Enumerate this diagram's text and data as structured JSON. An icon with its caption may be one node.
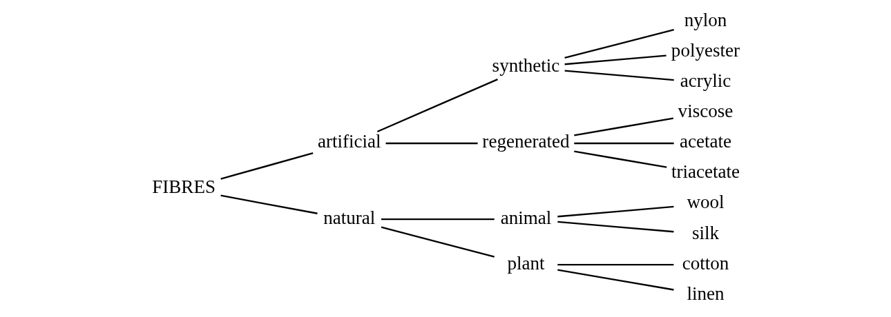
{
  "diagram": {
    "nodes": [
      {
        "text": [
          "FIBRES"
        ]
      },
      {
        "text": [
          "artificial"
        ]
      },
      {
        "text": [
          "natural"
        ]
      },
      {
        "text": [
          "synthetic"
        ]
      },
      {
        "text": [
          "regenerated"
        ]
      },
      {
        "text": [
          "animal"
        ]
      },
      {
        "text": [
          "plant"
        ]
      },
      {
        "text": [
          "nylon"
        ]
      },
      {
        "text": [
          "polyester"
        ]
      },
      {
        "text": [
          "acrylic"
        ]
      },
      {
        "text": [
          "viscose"
        ]
      },
      {
        "text": [
          "acetate"
        ]
      },
      {
        "text": [
          "triacetate"
        ]
      },
      {
        "text": [
          "wool"
        ]
      },
      {
        "text": [
          "silk"
        ]
      },
      {
        "text": [
          "cotton"
        ]
      },
      {
        "text": [
          "linen"
        ]
      }
    ],
    "edges": [
      {
        "from": 0,
        "to": 1,
        "arrow": "none"
      },
      {
        "from": 0,
        "to": 2,
        "arrow": "none"
      },
      {
        "from": 1,
        "to": 3,
        "arrow": "none"
      },
      {
        "from": 1,
        "to": 4,
        "arrow": "none"
      },
      {
        "from": 2,
        "to": 5,
        "arrow": "none"
      },
      {
        "from": 2,
        "to": 6,
        "arrow": "none"
      },
      {
        "from": 3,
        "to": 7,
        "arrow": "none"
      },
      {
        "from": 3,
        "to": 8,
        "arrow": "none"
      },
      {
        "from": 3,
        "to": 9,
        "arrow": "none"
      },
      {
        "from": 4,
        "to": 10,
        "arrow": "none"
      },
      {
        "from": 4,
        "to": 11,
        "arrow": "none"
      },
      {
        "from": 4,
        "to": 12,
        "arrow": "none"
      },
      {
        "from": 5,
        "to": 13,
        "arrow": "none"
      },
      {
        "from": 5,
        "to": 14,
        "arrow": "none"
      },
      {
        "from": 6,
        "to": 15,
        "arrow": "none"
      },
      {
        "from": 6,
        "to": 16,
        "arrow": "none"
      }
    ]
  }
}
